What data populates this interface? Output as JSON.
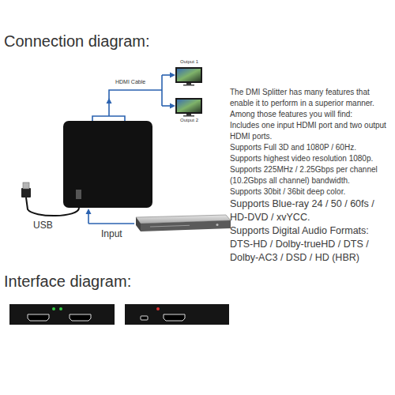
{
  "diagram": {
    "title": "Connection diagram:",
    "labels": [
      "Output 1",
      "Output 2",
      "HDMI Cable",
      "USB",
      "Input",
      "Interface diagram:",
      "The DMI Splitter has many features that enable it to perform in a superior manner. Among those features you will find:",
      "Includes one input HDMI port and two output HDMI ports.",
      "Supports Full 3D and 1080P / 60Hz.",
      "Supports highest video resolution 1080p.",
      "Supports 225MHz / 2.25Gbps per channel (10.2Gbps all channel) bandwidth.",
      "Supports 30bit / 36bit deep color.",
      "Supports Blue-ray 24 / 50 / 60fs / HD-DVD / xvYCC.",
      "Supports Digital Audio Formats: DTS-HD / Dolby-trueHD / DTS / Dolby-AC3 / DSD / HD (HBR)"
    ]
  }
}
